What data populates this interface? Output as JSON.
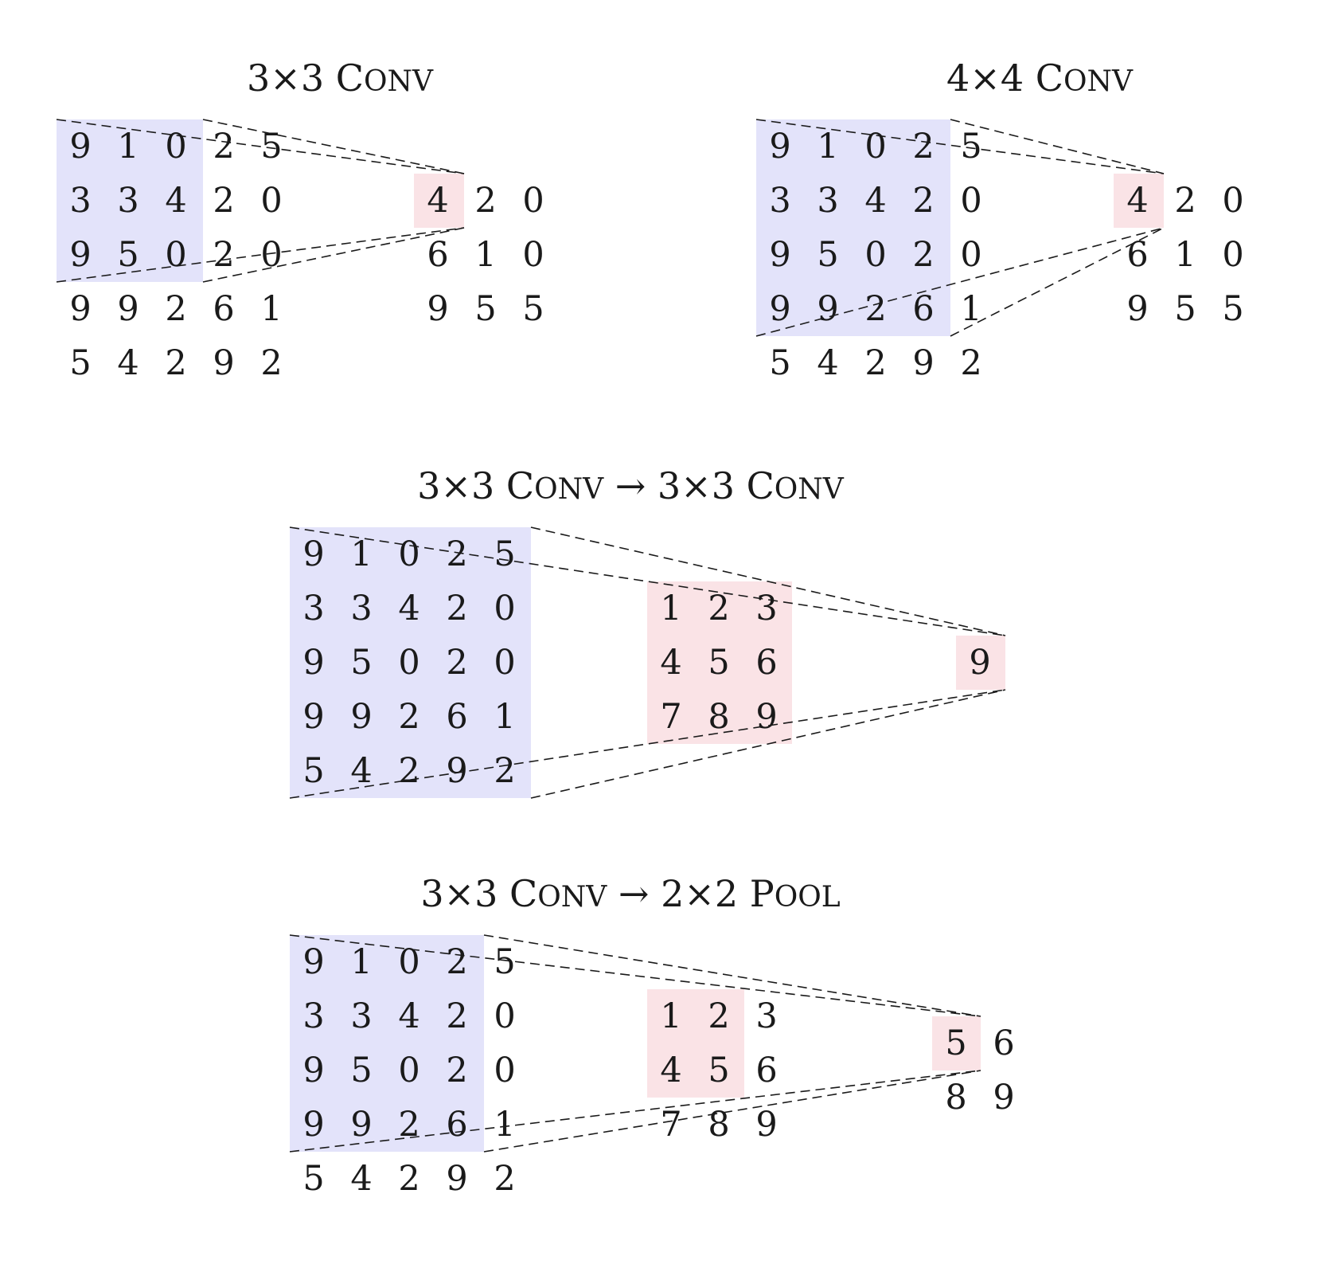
{
  "panels": [
    {
      "id": "conv3",
      "title": {
        "size": "3×3",
        "first": "C",
        "rest": "ONV"
      },
      "grids": [
        {
          "id": "input",
          "values": [
            [
              9,
              1,
              0,
              2,
              5
            ],
            [
              3,
              3,
              4,
              2,
              0
            ],
            [
              9,
              5,
              0,
              2,
              0
            ],
            [
              9,
              9,
              2,
              6,
              1
            ],
            [
              5,
              4,
              2,
              9,
              2
            ]
          ]
        },
        {
          "id": "output",
          "values": [
            [
              4,
              2,
              0
            ],
            [
              6,
              1,
              0
            ],
            [
              9,
              5,
              5
            ]
          ]
        }
      ]
    },
    {
      "id": "conv4",
      "title": {
        "size": "4×4",
        "first": "C",
        "rest": "ONV"
      },
      "grids": [
        {
          "id": "input",
          "values": [
            [
              9,
              1,
              0,
              2,
              5
            ],
            [
              3,
              3,
              4,
              2,
              0
            ],
            [
              9,
              5,
              0,
              2,
              0
            ],
            [
              9,
              9,
              2,
              6,
              1
            ],
            [
              5,
              4,
              2,
              9,
              2
            ]
          ]
        },
        {
          "id": "output",
          "values": [
            [
              4,
              2,
              0
            ],
            [
              6,
              1,
              0
            ],
            [
              9,
              5,
              5
            ]
          ]
        }
      ]
    },
    {
      "id": "conv3-conv3",
      "title": {
        "size": "3×3",
        "first": "C",
        "rest": "ONV",
        "arrow": "→",
        "size2": "3×3",
        "first2": "C",
        "rest2": "ONV"
      },
      "grids": [
        {
          "id": "input",
          "values": [
            [
              9,
              1,
              0,
              2,
              5
            ],
            [
              3,
              3,
              4,
              2,
              0
            ],
            [
              9,
              5,
              0,
              2,
              0
            ],
            [
              9,
              9,
              2,
              6,
              1
            ],
            [
              5,
              4,
              2,
              9,
              2
            ]
          ]
        },
        {
          "id": "middle",
          "values": [
            [
              1,
              2,
              3
            ],
            [
              4,
              5,
              6
            ],
            [
              7,
              8,
              9
            ]
          ]
        },
        {
          "id": "output",
          "values": [
            [
              9
            ]
          ]
        }
      ]
    },
    {
      "id": "conv3-pool2",
      "title": {
        "size": "3×3",
        "first": "C",
        "rest": "ONV",
        "arrow": "→",
        "size2": "2×2",
        "first2": "P",
        "rest2": "OOL"
      },
      "grids": [
        {
          "id": "input",
          "values": [
            [
              9,
              1,
              0,
              2,
              5
            ],
            [
              3,
              3,
              4,
              2,
              0
            ],
            [
              9,
              5,
              0,
              2,
              0
            ],
            [
              9,
              9,
              2,
              6,
              1
            ],
            [
              5,
              4,
              2,
              9,
              2
            ]
          ]
        },
        {
          "id": "middle",
          "values": [
            [
              1,
              2,
              3
            ],
            [
              4,
              5,
              6
            ],
            [
              7,
              8,
              9
            ]
          ]
        },
        {
          "id": "output",
          "values": [
            [
              5,
              6
            ],
            [
              8,
              9
            ]
          ]
        }
      ]
    }
  ],
  "colors": {
    "input_highlight": "#e3e3fa",
    "output_highlight": "#fae3e6",
    "text": "#1a1a1a",
    "dashed_line": "#1a1a1a"
  }
}
